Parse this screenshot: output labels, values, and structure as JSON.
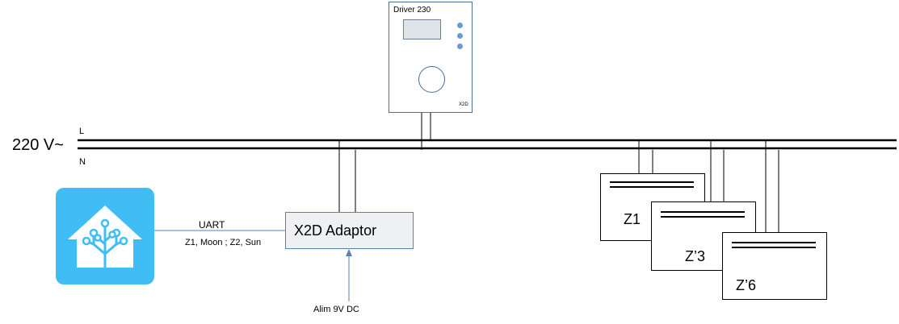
{
  "title": "",
  "power_line": {
    "voltage_label": "220 V~",
    "phase_label": "L",
    "neutral_label": "N"
  },
  "driver": {
    "label": "Driver 230",
    "brand": "X2D"
  },
  "adaptor": {
    "label": "X2D Adaptor",
    "supply_label": "Alim 9V DC"
  },
  "link": {
    "protocol_label": "UART",
    "zones_label": "Z1, Moon ; Z2, Sun"
  },
  "controller": {
    "icon": "home-assistant-icon",
    "color": "#41bdf5"
  },
  "zones": [
    {
      "label": "Z1"
    },
    {
      "label": "Z’3"
    },
    {
      "label": "Z’6"
    }
  ],
  "colors": {
    "line": "#000000",
    "box_border": "#4a6f99",
    "arrow": "#5b80b3",
    "adaptor_fill": "#eef0f3"
  }
}
